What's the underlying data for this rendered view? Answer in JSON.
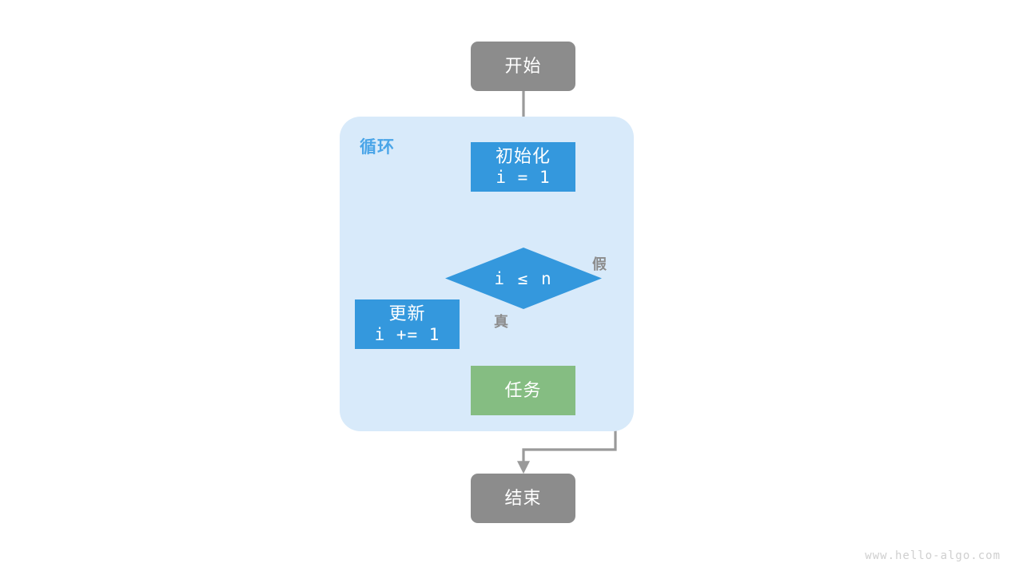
{
  "diagram": {
    "title": "for-loop-flowchart",
    "colors": {
      "terminal": "#8c8c8c",
      "process": "#3498dd",
      "task": "#85bd82",
      "container": "#d8eafa",
      "edge": "#9a9a9a",
      "loop_label": "#4aa5e8",
      "watermark": "#cfcfcf"
    },
    "container": {
      "label": "循环"
    },
    "nodes": {
      "start": {
        "text": "开始"
      },
      "init": {
        "title": "初始化",
        "code": "i = 1"
      },
      "decision": {
        "text": "i ≤ n"
      },
      "update": {
        "title": "更新",
        "code": "i += 1"
      },
      "task": {
        "text": "任务"
      },
      "end": {
        "text": "结束"
      }
    },
    "edge_labels": {
      "true": "真",
      "false": "假"
    }
  },
  "watermark": "www.hello-algo.com"
}
